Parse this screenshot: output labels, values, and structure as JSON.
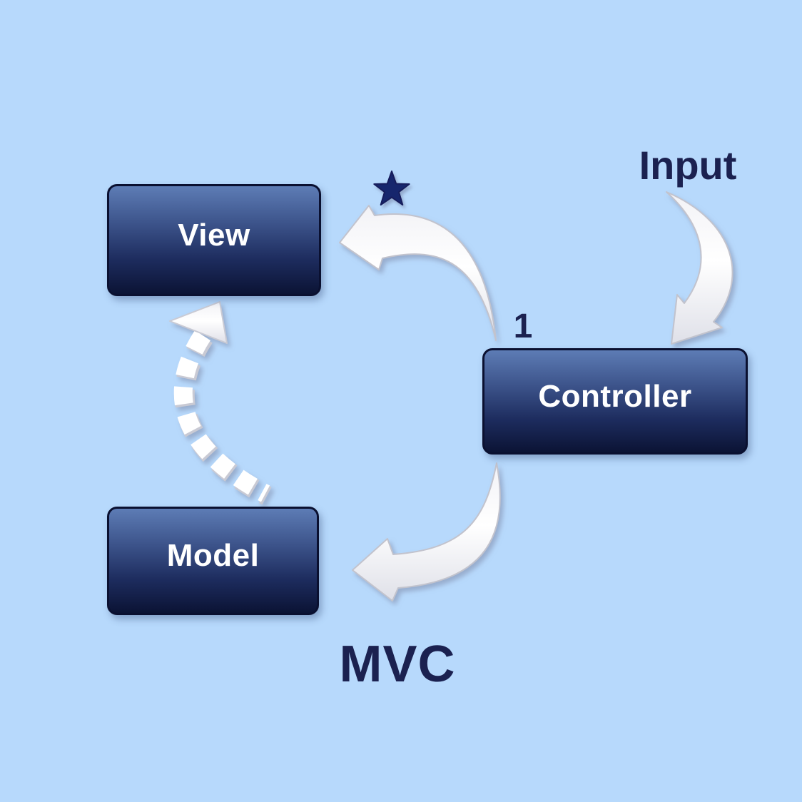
{
  "diagram": {
    "title": "MVC",
    "nodes": {
      "view": {
        "label": "View"
      },
      "controller": {
        "label": "Controller"
      },
      "model": {
        "label": "Model"
      }
    },
    "annotations": {
      "input": "Input",
      "step_number": "1"
    },
    "flows": [
      {
        "from": "controller",
        "to": "view",
        "style": "solid-curved-arrow"
      },
      {
        "from": "controller",
        "to": "model",
        "style": "solid-curved-arrow"
      },
      {
        "from": "input",
        "to": "controller",
        "style": "solid-curved-arrow"
      },
      {
        "from": "model",
        "to": "view",
        "style": "dashed-curved-arrow"
      }
    ],
    "icons": {
      "star": "star-icon"
    },
    "colors": {
      "background": "#b7d9fc",
      "node_gradient_top": "#5d7cb5",
      "node_gradient_bottom": "#0b1334",
      "node_border": "#0a1030",
      "node_text": "#ffffff",
      "caption_text": "#1b2150",
      "star": "#17276d",
      "arrow_fill": "#ffffff",
      "arrow_edge": "#c2c3cd"
    }
  }
}
